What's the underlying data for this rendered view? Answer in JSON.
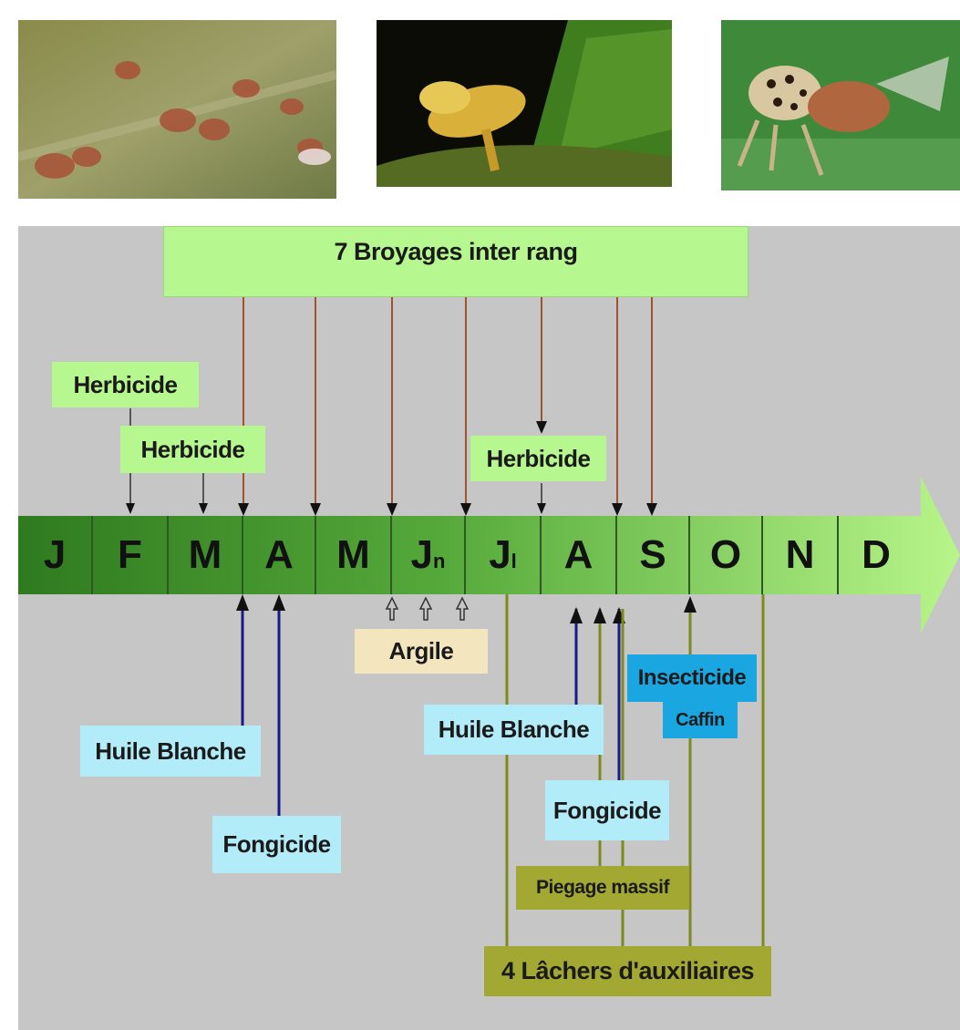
{
  "photos": [
    {
      "name": "pest-photo-scale"
    },
    {
      "name": "pest-photo-larva"
    },
    {
      "name": "pest-photo-fly"
    }
  ],
  "broyage_label": "7 Broyages inter rang",
  "months": [
    {
      "main": "J",
      "sub": ""
    },
    {
      "main": "F",
      "sub": ""
    },
    {
      "main": "M",
      "sub": ""
    },
    {
      "main": "A",
      "sub": ""
    },
    {
      "main": "M",
      "sub": ""
    },
    {
      "main": "J",
      "sub": "n"
    },
    {
      "main": "J",
      "sub": "l"
    },
    {
      "main": "A",
      "sub": ""
    },
    {
      "main": "S",
      "sub": ""
    },
    {
      "main": "O",
      "sub": ""
    },
    {
      "main": "N",
      "sub": ""
    },
    {
      "main": "D",
      "sub": ""
    }
  ],
  "labels": {
    "herbicide_1": "Herbicide",
    "herbicide_2": "Herbicide",
    "herbicide_3": "Herbicide",
    "argile": "Argile",
    "huile_blanche_1": "Huile Blanche",
    "huile_blanche_2": "Huile Blanche",
    "fongicide_1": "Fongicide",
    "fongicide_2": "Fongicide",
    "insecticide_line1": "Insecticide",
    "insecticide_line2": "Caffin",
    "piegage": "Piegage massif",
    "lachers": "4 Lâchers d'auxiliaires"
  },
  "colors": {
    "panel": "#c6c6c6",
    "timeline_dark": "#2f7a1f",
    "timeline_light": "#b8f58a",
    "broyage_line": "#a0522d",
    "huile_line": "#1a1a8c",
    "auxiliaire_line": "#7e8a1e",
    "arrow_black": "#111111"
  }
}
